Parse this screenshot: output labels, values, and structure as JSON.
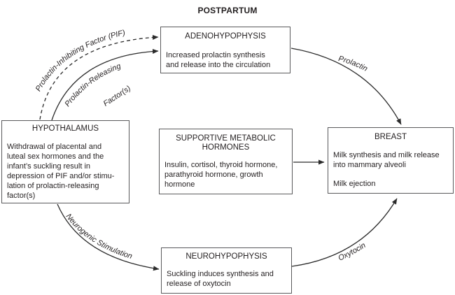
{
  "title": "POSTPARTUM",
  "boxes": {
    "adenohypophysis": {
      "title": "ADENOHYPOPHYSIS",
      "body": "Increased prolactin synthesis\nand release into the circulation"
    },
    "hypothalamus": {
      "title": "HYPOTHALAMUS",
      "body": "Withdrawal of placental and\nluteal sex hormones and the\ninfant’s suckling result in\ndepression of PIF and/or stimu-\nlation of prolactin-releasing\nfactor(s)"
    },
    "supportive_metabolic_hormones": {
      "title": "SUPPORTIVE METABOLIC\nHORMONES",
      "body": "Insulin, cortisol, thyroid hormone,\nparathyroid hormone, growth\nhormone"
    },
    "breast": {
      "title": "BREAST",
      "body": "Milk synthesis and milk release\ninto mammary alveoli\n\nMilk ejection"
    },
    "neurohypophysis": {
      "title": "NEUROHYPOPHYSIS",
      "body": "Suckling induces synthesis and\nrelease of oxytocin"
    }
  },
  "arrow_labels": {
    "pif": "Prolactin-Inhibiting Factor (PIF)",
    "prf_line1": "Prolactin-Releasing",
    "prf_line2": "Factor(s)",
    "prolactin": "Prolactin",
    "neurogenic": "Neurogenic Stimulation",
    "oxytocin": "Oxytocin"
  },
  "colors": {
    "ink": "#231f20",
    "arrow": "#2b2b2b",
    "box_border": "#59595b",
    "background": "#ffffff"
  }
}
